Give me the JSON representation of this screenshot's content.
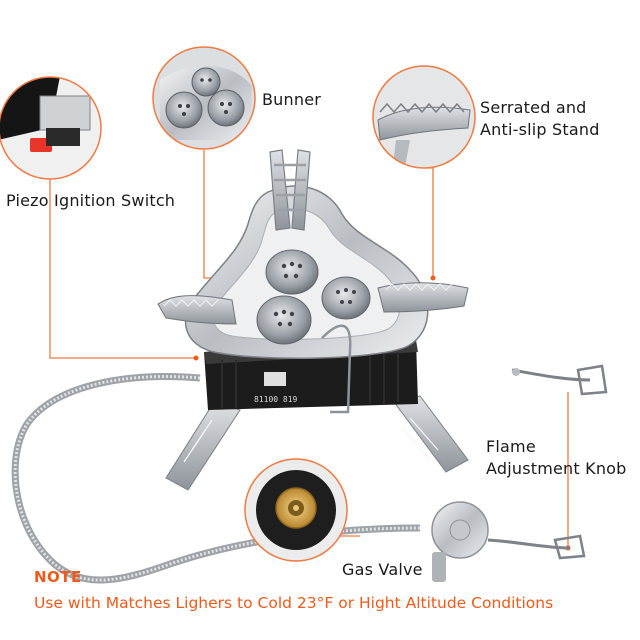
{
  "callouts": {
    "burner": "Bunner",
    "stand_line1": "Serrated  and",
    "stand_line2": "Anti-slip Stand",
    "ignition": "Piezo Ignition Switch",
    "knob_line1": "Flame",
    "knob_line2": "Adjustment Knob",
    "gas_valve": "Gas Valve"
  },
  "note": {
    "title": "NOTE",
    "text": "Use with Matches Lighers  to  Cold 23°F or Hight  Altitude Conditions"
  },
  "product_marking": "81100 819",
  "colors": {
    "accent": "#f05a1a",
    "callout_ring": "#f07a40",
    "steel": "#c9ccd0",
    "body_black": "#1c1c1c"
  }
}
